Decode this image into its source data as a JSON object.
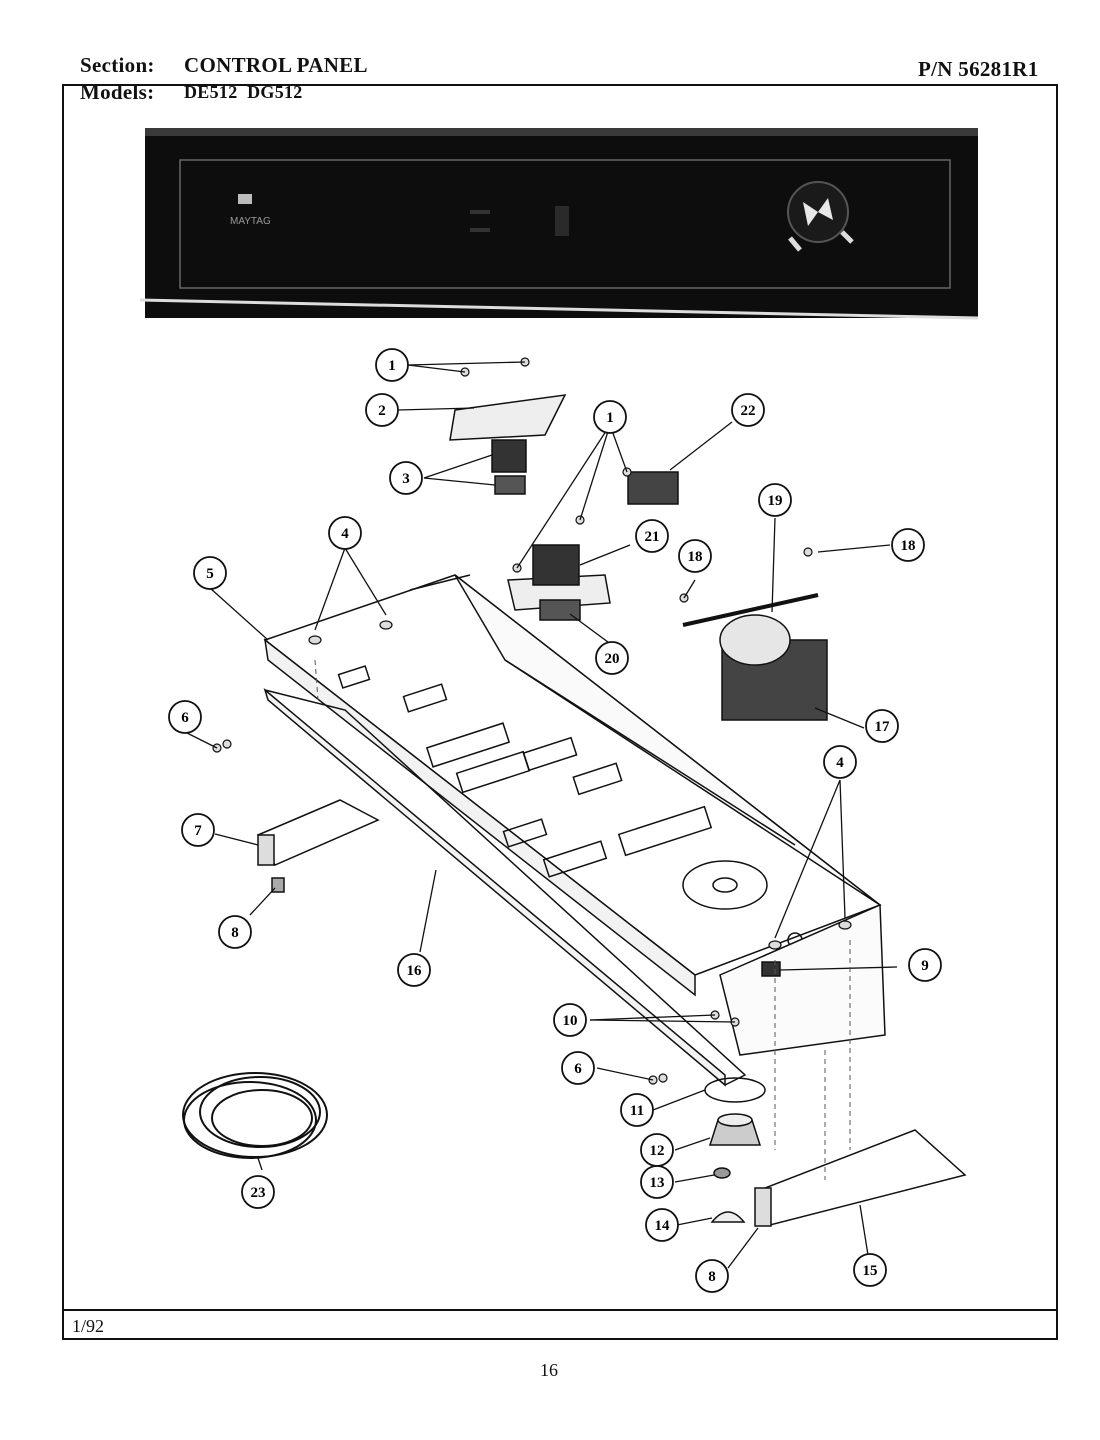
{
  "header": {
    "section_label": "Section:",
    "section_value": "CONTROL PANEL",
    "models_label": "Models:",
    "models_value": "DE512  DG512",
    "part_number": "P/N 56281R1"
  },
  "panel": {
    "brand": "MAYTAG"
  },
  "footer": {
    "date": "1/92",
    "page_number": "16"
  },
  "callouts": [
    "1",
    "2",
    "3",
    "1",
    "22",
    "4",
    "5",
    "21",
    "18",
    "19",
    "18",
    "20",
    "6",
    "17",
    "7",
    "4",
    "8",
    "16",
    "9",
    "10",
    "6",
    "11",
    "12",
    "13",
    "23",
    "14",
    "8",
    "15"
  ],
  "colors": {
    "ink": "#111111",
    "panel": "#0d0d0d",
    "paper": "#ffffff"
  }
}
